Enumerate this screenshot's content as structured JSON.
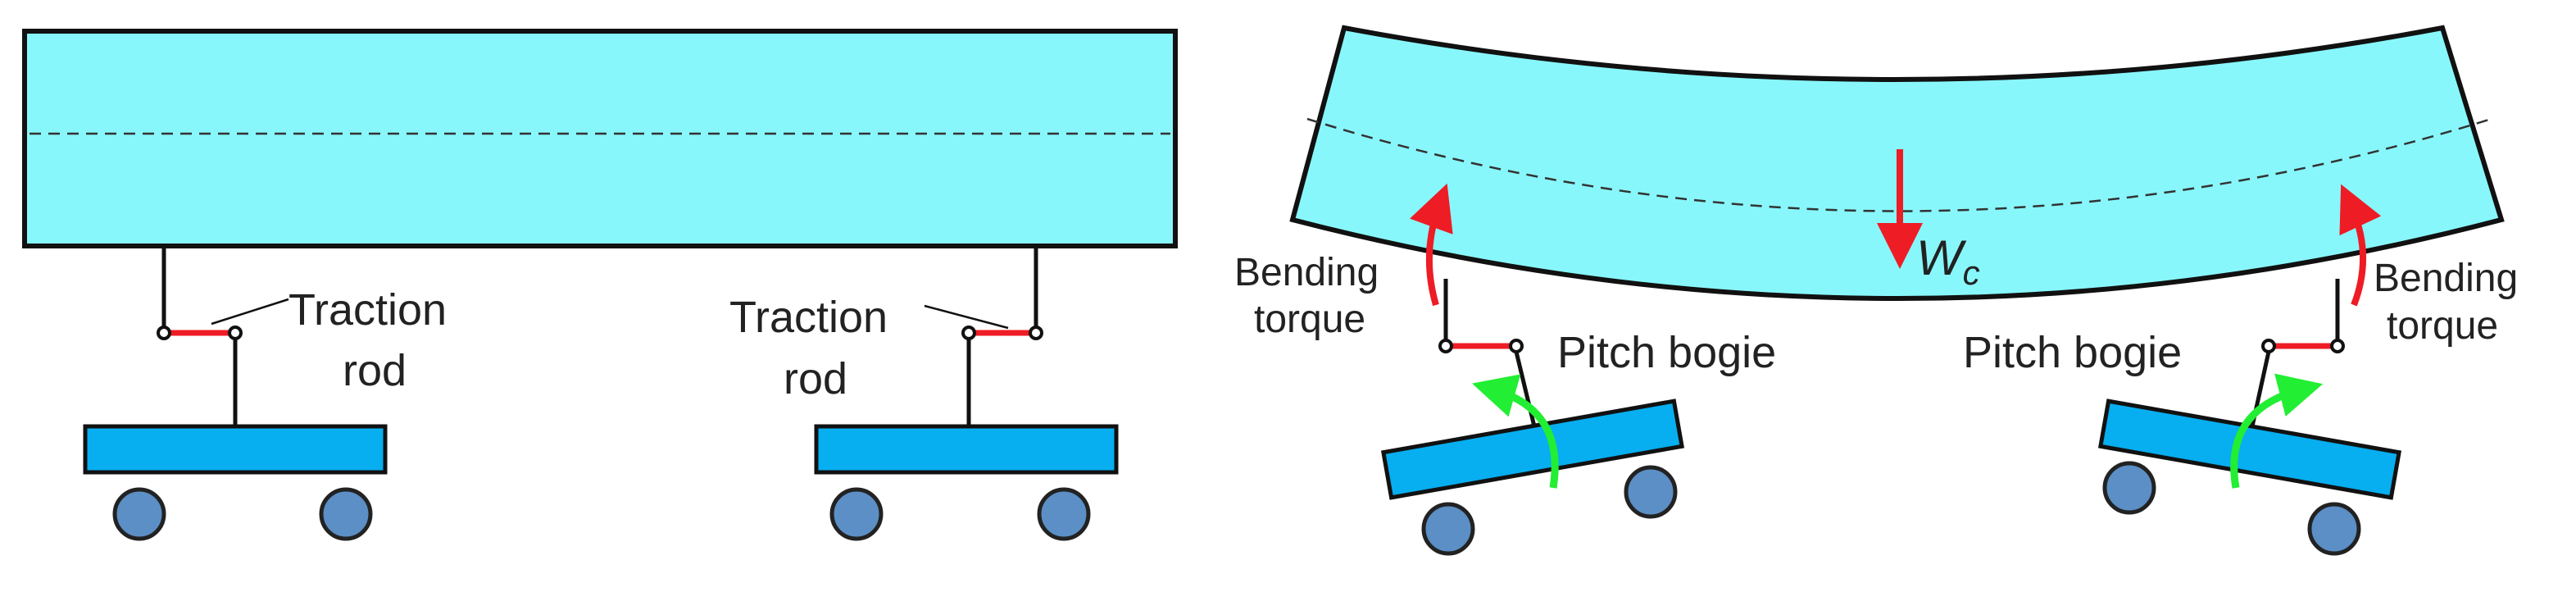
{
  "labels": {
    "traction_rod_line1": "Traction",
    "traction_rod_line2": "rod",
    "pitch_bogie": "Pitch bogie",
    "bending_line1": "Bending",
    "bending_line2": "torque",
    "load_symbol": "W",
    "load_subscript": "c"
  },
  "colors": {
    "car_body_fill": "#88f7fb",
    "bogie_fill": "#07aef0",
    "wheel_fill": "#5b8fc5",
    "traction_rod": "#ee1c25",
    "bending_arrow": "#ee1c25",
    "bogie_rotation_arrow": "#22ee33",
    "outline": "#111111"
  },
  "icons": {
    "bending_torque": "curved-arrow-up",
    "bogie_rotation": "curved-arrow-up",
    "load": "arrow-down"
  }
}
